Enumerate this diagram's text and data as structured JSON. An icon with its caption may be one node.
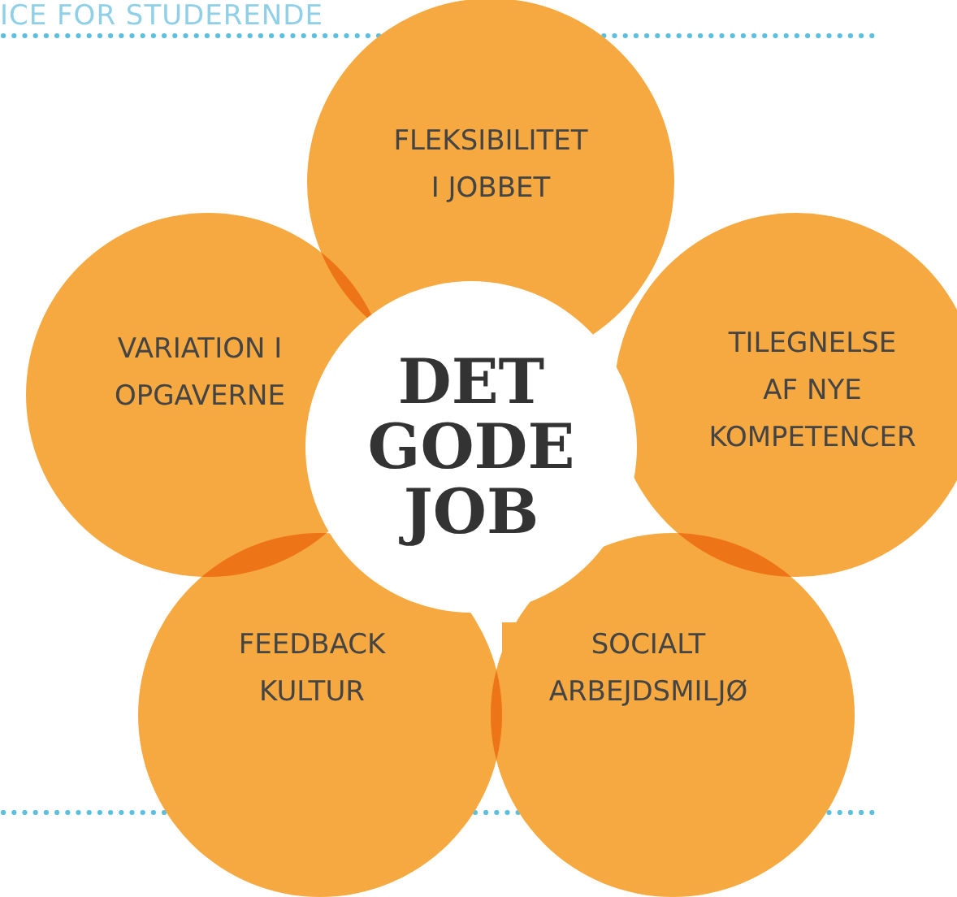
{
  "diagram": {
    "nodes": [
      {
        "text": [
          "FLEKSIBILITET I JOBBET"
        ]
      },
      {
        "text": [
          "VARIATION I OPGAVERNE"
        ]
      },
      {
        "text": [
          "DET GODE JOB"
        ]
      },
      {
        "text": [
          "TILEGNELSE AF NYE KOMPETENCER"
        ]
      },
      {
        "text": [
          "FEEDBACK KULTUR"
        ]
      },
      {
        "text": [
          "SOCIALT ARBEJDSMILJØ"
        ]
      }
    ],
    "edges": [],
    "labels": [
      "ICE FOR STUDERENDE"
    ]
  }
}
